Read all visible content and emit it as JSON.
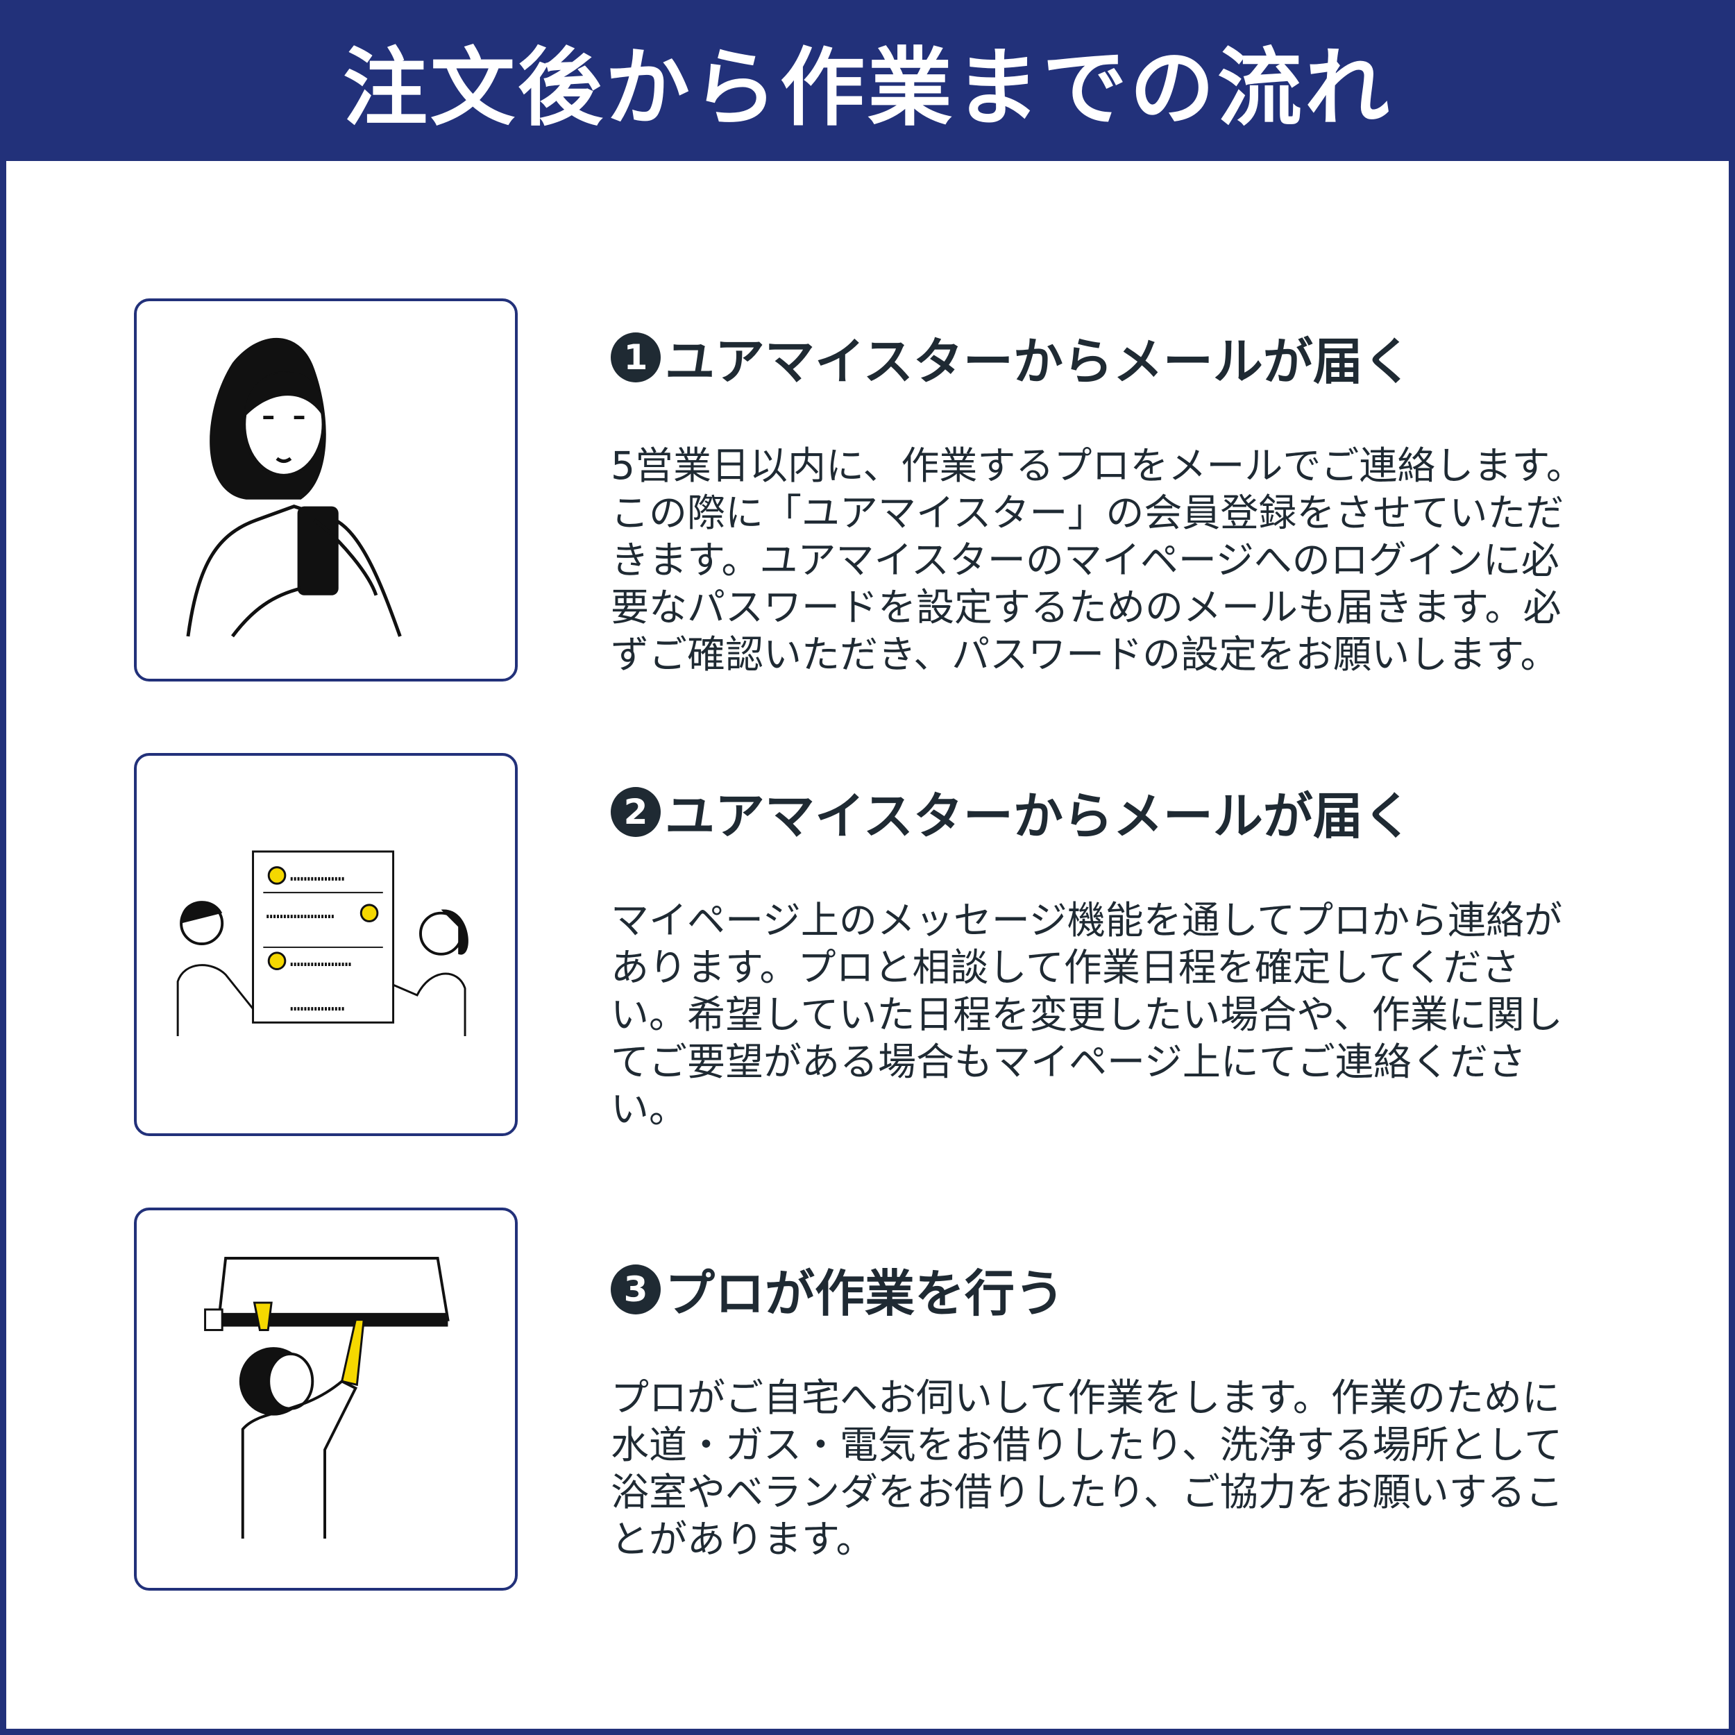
{
  "header": {
    "title": "注文後から作業までの流れ"
  },
  "steps": [
    {
      "number": "1",
      "title": "ユアマイスターからメールが届く",
      "lines": [
        "5営業日以内に、作業するプロをメールでご連絡します。",
        "この際に「ユアマイスター」の会員登録をさせていただ",
        "きます。ユアマイスターのマイページへのログインに必",
        "要なパスワードを設定するためのメールも届きます。必",
        "ずご確認いただき、パスワードの設定をお願いします。"
      ]
    },
    {
      "number": "2",
      "title": "ユアマイスターからメールが届く",
      "lines": [
        "マイページ上のメッセージ機能を通してプロから連絡が",
        "あります。プロと相談して作業日程を確定してくださ",
        "い。希望していた日程を変更したい場合や、作業に関し",
        "てご要望がある場合もマイページ上にてご連絡くださ",
        "い。"
      ]
    },
    {
      "number": "3",
      "title": "プロが作業を行う",
      "lines": [
        "プロがご自宅へお伺いして作業をします。作業のために",
        "水道・ガス・電気をお借りしたり、洗浄する場所として",
        "浴室やベランダをお借りしたり、ご協力をお願いするこ",
        "とがあります。"
      ]
    }
  ],
  "colors": {
    "navy": "#22317a",
    "text": "#1f2a33",
    "accent": "#f5d800"
  }
}
